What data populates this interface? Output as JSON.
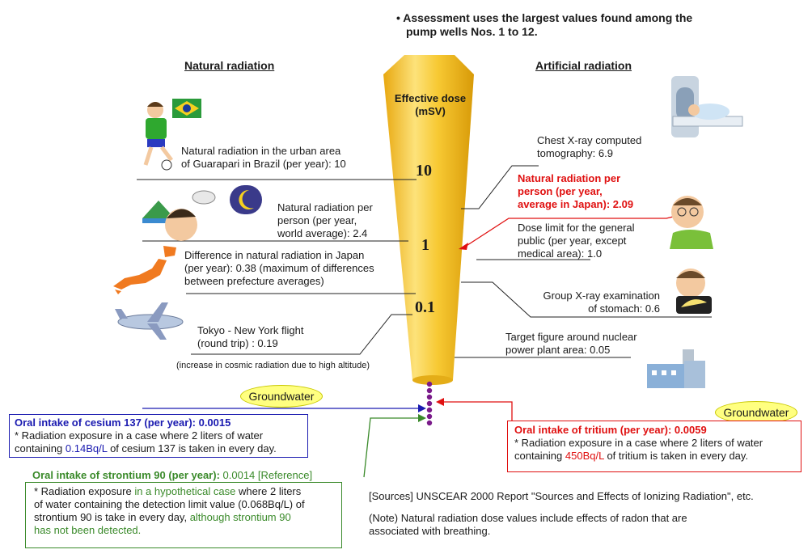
{
  "header": {
    "note_line1": "• Assessment uses the largest values found among the",
    "note_line2": "pump wells Nos. 1 to 12."
  },
  "left_title": "Natural radiation",
  "right_title": "Artificial radiation",
  "cone": {
    "title_line1": "Effective dose",
    "title_line2": "(mSV)",
    "ticks": [
      "10",
      "1",
      "0.1"
    ]
  },
  "natural": {
    "guarapari_l1": "Natural radiation in the urban area",
    "guarapari_l2": "of Guarapari in Brazil (per year): 10",
    "world_l1": "Natural radiation per",
    "world_l2": "person (per year,",
    "world_l3": "world average): 2.4",
    "japan_diff_l1": "Difference in natural radiation in Japan",
    "japan_diff_l2": "(per year): 0.38 (maximum of differences",
    "japan_diff_l3": "between prefecture averages)",
    "flight_l1": "Tokyo - New York flight",
    "flight_l2": "(round trip) : 0.19",
    "flight_note": "(increase in cosmic radiation due to high altitude)"
  },
  "artificial": {
    "ct_l1": "Chest X-ray computed",
    "ct_l2": "tomography: 6.9",
    "japan_nat_l1": "Natural radiation per",
    "japan_nat_l2": "person (per year,",
    "japan_nat_l3": "average in Japan):  2.09",
    "dose_limit_l1": "Dose limit for the general",
    "dose_limit_l2": "public (per year, except",
    "dose_limit_l3": "medical area): 1.0",
    "stomach_l1": "Group X-ray examination",
    "stomach_l2": "of stomach: 0.6",
    "nuclear_l1": "Target figure around nuclear",
    "nuclear_l2": "power plant area: 0.05"
  },
  "groundwater_left": "Groundwater",
  "groundwater_right": "Groundwater",
  "cesium": {
    "title": "Oral intake of cesium 137 (per year): 0.0015",
    "l1": "* Radiation exposure in a case where 2 liters of water",
    "l2_pre": "containing ",
    "l2_val": "0.14Bq/L",
    "l2_post": " of cesium 137 is taken in every day."
  },
  "strontium": {
    "title_bold": "Oral intake of strontium 90 (per year):",
    "title_rest": " 0.0014 [Reference]",
    "l1_pre": "* Radiation exposure ",
    "l1_green": "in a hypothetical case",
    "l1_post": " where 2 liters",
    "l2": "of water containing the detection limit value (0.068Bq/L) of",
    "l3_pre": "strontium 90 is take in every day, ",
    "l3_green": "although strontium 90",
    "l4_green": "has not been detected."
  },
  "tritium": {
    "title": "Oral intake of tritium (per year): 0.0059",
    "l1": "* Radiation exposure in a case where 2 liters of water",
    "l2_pre": "containing ",
    "l2_val": "450Bq/L",
    "l2_post": " of tritium is taken in every day."
  },
  "sources": "[Sources]  UNSCEAR 2000 Report \"Sources and Effects of Ionizing Radiation\", etc.",
  "note_l1": "(Note) Natural radiation dose values include effects of radon that are",
  "note_l2": "associated with breathing.",
  "colors": {
    "cone": "#f5c32a",
    "red": "#e01010",
    "blue": "#1a1ab0",
    "green": "#3a8a2a",
    "groundwater_bubble": "#ffff80",
    "dots": "#7a1a8a"
  },
  "icons": [
    "soccer-player-icon",
    "brazil-flag-icon",
    "landscape-icon",
    "moon-icon",
    "person-face-icon",
    "japan-map-icon",
    "airplane-icon",
    "ct-scanner-icon",
    "doctor-icon",
    "xray-patient-icon",
    "factory-icon"
  ]
}
